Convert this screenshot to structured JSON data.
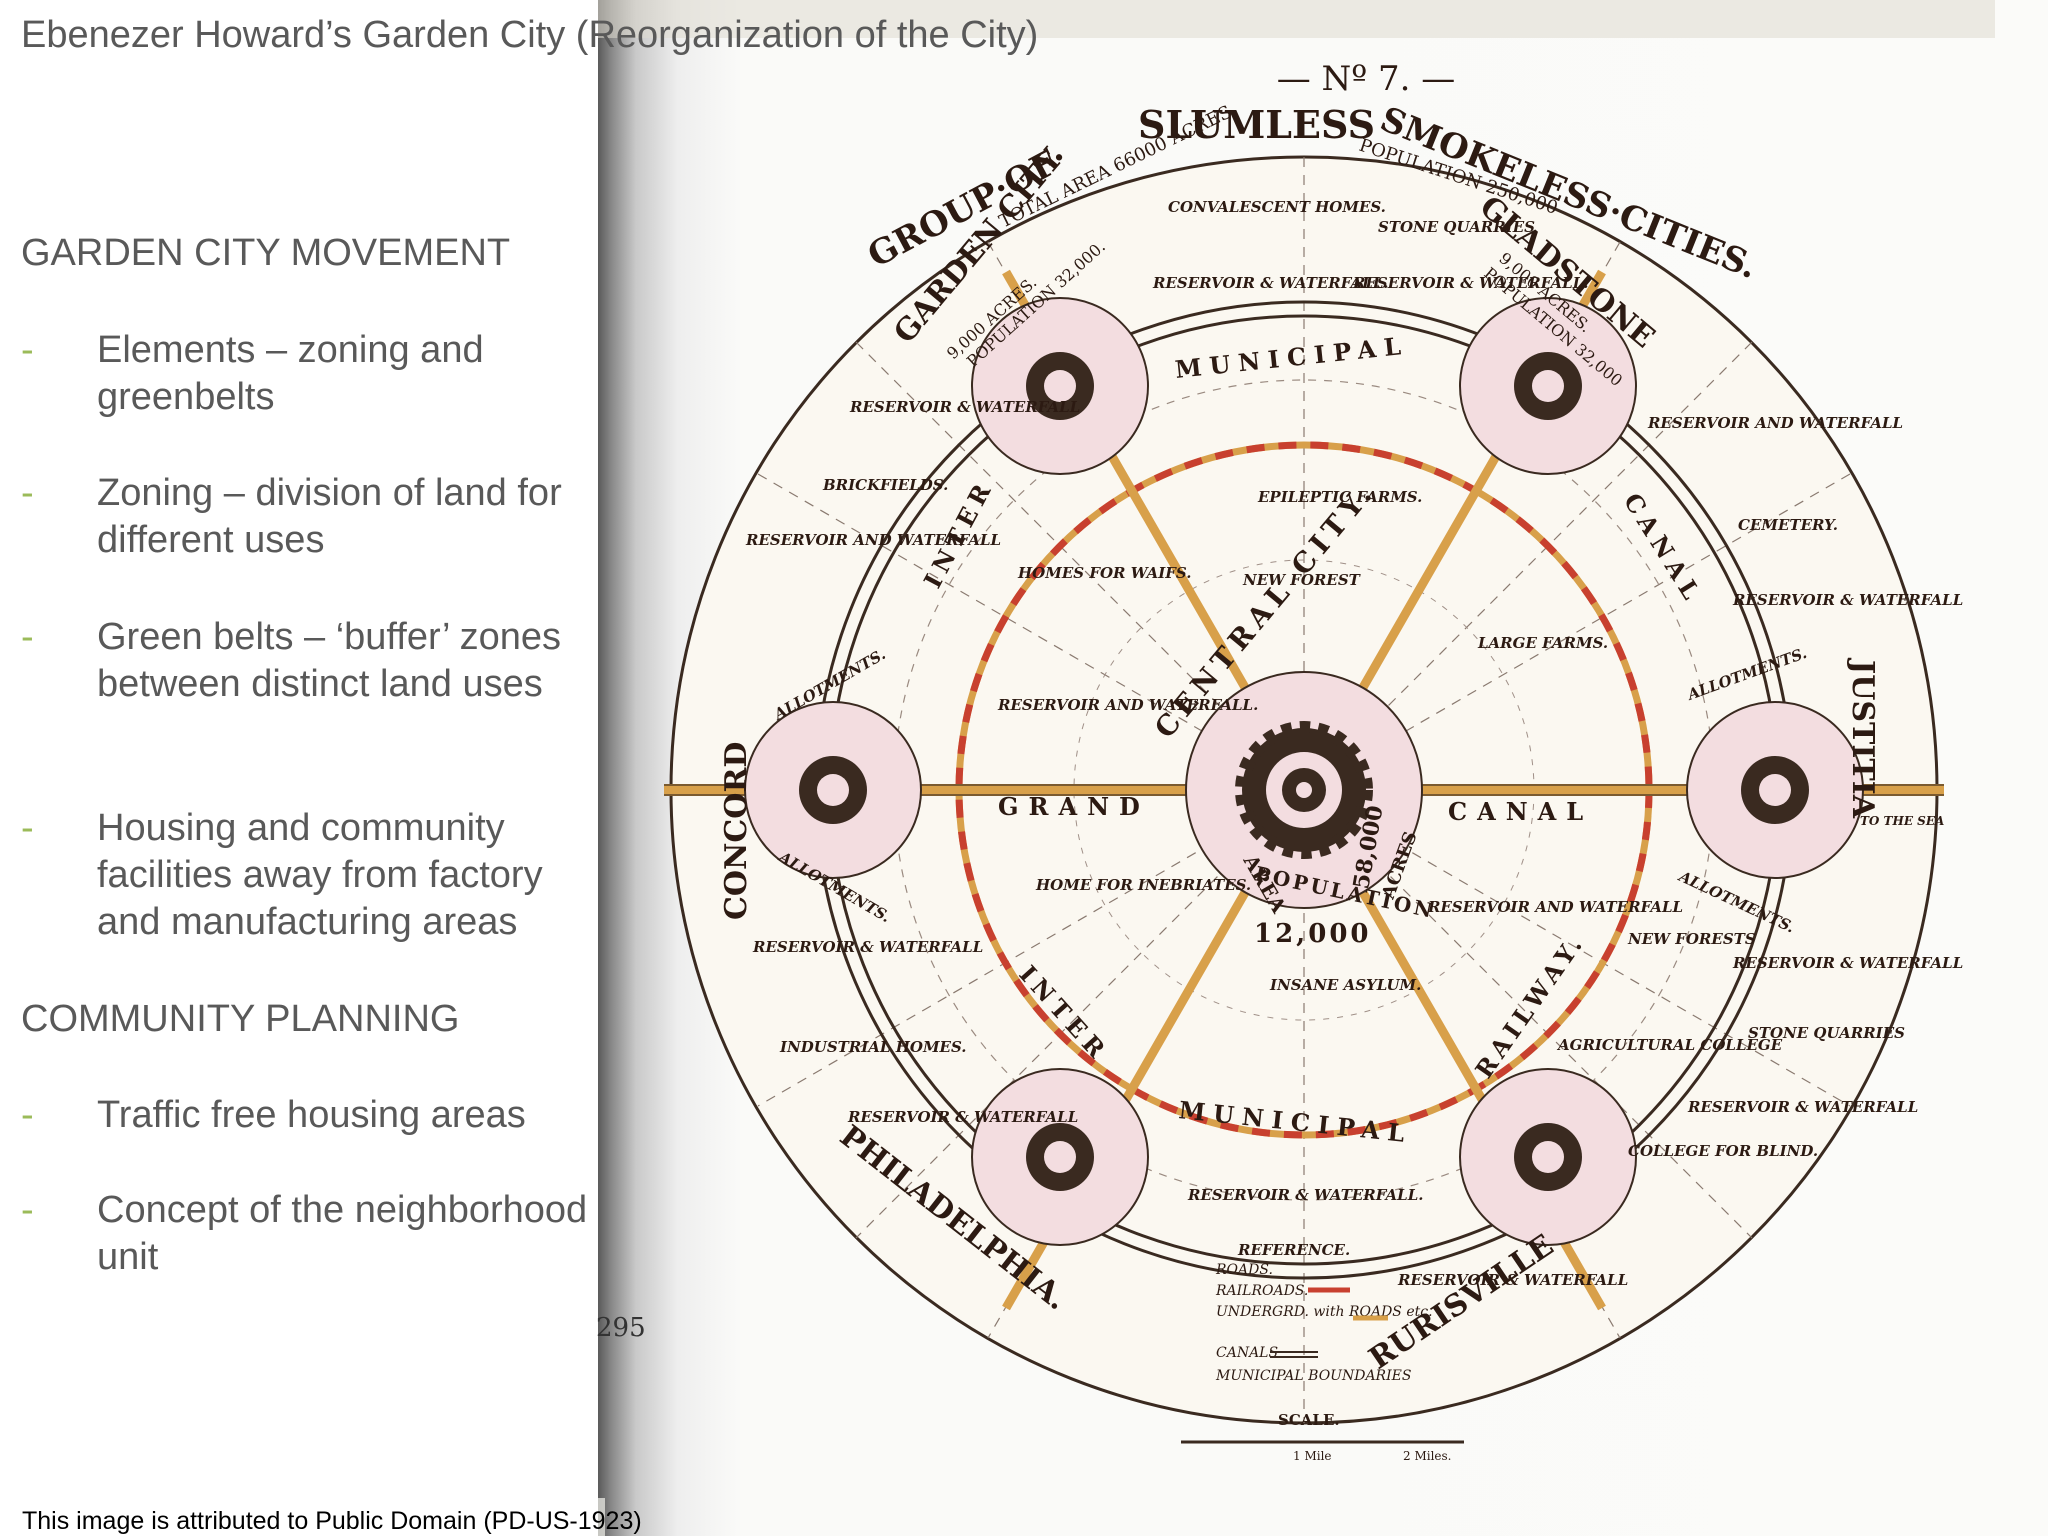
{
  "slide": {
    "title": "Ebenezer Howard’s Garden City (Reorganization of the City)",
    "attribution": "This image is attributed to Public Domain (PD-US-1923)"
  },
  "sections": [
    {
      "heading": "GARDEN CITY MOVEMENT",
      "bullets": [
        {
          "dash": "-",
          "text": "Elements – zoning and greenbelts"
        },
        {
          "dash": "-",
          "text": "Zoning – division of land for different uses"
        },
        {
          "dash": "-",
          "text": "Green belts – ‘buffer’ zones between distinct land uses"
        },
        {
          "dash": "-",
          "text": "Housing and community facilities away from factory and manufacturing areas"
        }
      ]
    },
    {
      "heading": "COMMUNITY PLANNING",
      "bullets": [
        {
          "dash": "-",
          "text": "Traffic free housing areas"
        },
        {
          "dash": "-",
          "text": "Concept of the neighborhood unit"
        }
      ]
    }
  ],
  "diagram": {
    "plate_number": "— Nº 7. —",
    "header_left": "GROUP·OF·",
    "header_mid": "SLUMLESS",
    "header_right": "SMOKELESS·CITIES.",
    "total_area": "TOTAL AREA 66000 ACRES.",
    "population": "POPULATION 250,000",
    "page_number": "295",
    "central_city": "CENTRAL CITY.",
    "central_area": "AREA",
    "central_acres": "58,000",
    "central_acres_unit": "ACRES",
    "central_population_label": "POPULATION",
    "central_population": "12,000",
    "city_names": {
      "garden_city": "GARDEN CITY",
      "gladstone": "GLADSTONE",
      "concord": "CONCORD",
      "justitia": "JUSTITIA",
      "philadelphia": "PHILADELPHIA.",
      "rurisville": "RURISVILLE"
    },
    "city_stats": {
      "garden_city_acres": "9,000 ACRES.",
      "garden_city_population": "POPULATION 32,000.",
      "gladstone_acres": "9,000 ACRES.",
      "gladstone_population": "POPULATION 32,000"
    },
    "rings": {
      "municipal_top": "MUNICIPAL",
      "municipal_bottom": "MUNICIPAL",
      "inter_left": "INTER",
      "inter_bottom": "INTER",
      "canal_right": "CANAL",
      "railway": "RAILWAY.",
      "grand": "GRAND",
      "canal_center": "CANAL"
    },
    "labels": [
      "CONVALESCENT HOMES.",
      "STONE QUARRIES",
      "RESERVOIR & WATERFALL.",
      "RESERVOIR & WATERFALL.",
      "RESERVOIR & WATERFALL",
      "RESERVOIR AND WATERFALL",
      "BRICKFIELDS.",
      "RESERVOIR AND WATERFALL",
      "CEMETERY.",
      "RESERVOIR & WATERFALL",
      "EPILEPTIC FARMS.",
      "NEW FOREST",
      "HOMES FOR WAIFS.",
      "LARGE FARMS.",
      "ALLOTMENTS.",
      "ALLOTMENTS.",
      "ALLOTMENTS.",
      "ALLOTMENTS.",
      "RESERVOIR AND WATERFALL.",
      "TO THE SEA",
      "HOME FOR INEBRIATES.",
      "RESERVOIR AND WATERFALL",
      "NEW FORESTS",
      "RESERVOIR & WATERFALL",
      "RESERVOIR & WATERFALL",
      "INSANE ASYLUM.",
      "STONE QUARRIES",
      "INDUSTRIAL HOMES.",
      "AGRICULTURAL COLLEGE",
      "RESERVOIR & WATERFALL",
      "RESERVOIR & WATERFALL",
      "COLLEGE FOR BLIND.",
      "RESERVOIR & WATERFALL.",
      "RESERVOIR & WATERFALL"
    ],
    "legend": {
      "title": "REFERENCE.",
      "items": [
        "ROADS.",
        "RAILROADS.",
        "UNDERGRD. with ROADS etc.",
        "CANALS",
        "MUNICIPAL BOUNDARIES"
      ],
      "scale_label": "SCALE.",
      "scale_ticks": [
        "1 Mile",
        "2 Miles."
      ]
    },
    "colors": {
      "ink": "#2c1a12",
      "railroad": "#d8a04a",
      "zone_pink": "#f3dde0",
      "red_boundary": "#c8402f",
      "paper": "#fbf8f1"
    }
  }
}
